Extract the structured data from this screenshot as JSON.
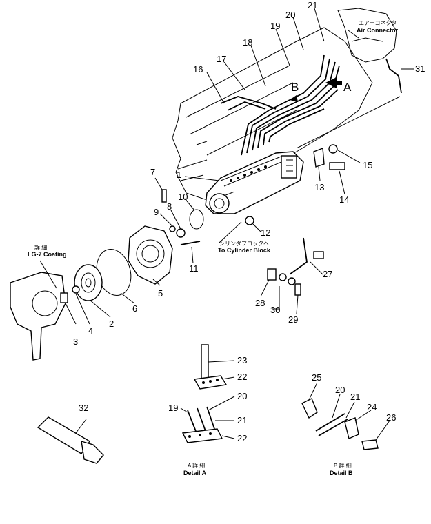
{
  "labels": {
    "p1": "1",
    "p2": "2",
    "p3": "3",
    "p4": "4",
    "p5": "5",
    "p6": "6",
    "p7": "7",
    "p8": "8",
    "p9": "9",
    "p10": "10",
    "p11": "11",
    "p12": "12",
    "p13": "13",
    "p14": "14",
    "p15": "15",
    "p16": "16",
    "p17": "17",
    "p18": "18",
    "p19": "19",
    "p20": "20",
    "p21": "21",
    "p22": "22",
    "p23": "23",
    "p24": "24",
    "p25": "25",
    "p26": "26",
    "p27": "27",
    "p28": "28",
    "p29": "29",
    "p30": "30",
    "p31": "31",
    "p32": "32",
    "dA_p19": "19",
    "dA_p20": "20",
    "dA_p21": "21",
    "dA_p22a": "22",
    "dA_p22b": "22",
    "dA_p23": "23",
    "dB_p20": "20",
    "dB_p21": "21",
    "dB_p24": "24",
    "dB_p25": "25",
    "dB_p26": "26"
  },
  "callouts": {
    "air_connector_jp": "エアーコネクタ",
    "air_connector_en": "Air Connector",
    "cyl_block_jp": "シリンダブロックへ",
    "cyl_block_en": "To Cylinder Block",
    "lg7_jp": "詳 細",
    "lg7_en": "LG-7 Coating",
    "arrow_a": "A",
    "arrow_b": "B"
  },
  "details": {
    "a_jp": "A 詳 細",
    "a_en": "Detail A",
    "b_jp": "B 詳 細",
    "b_en": "Detail B"
  }
}
